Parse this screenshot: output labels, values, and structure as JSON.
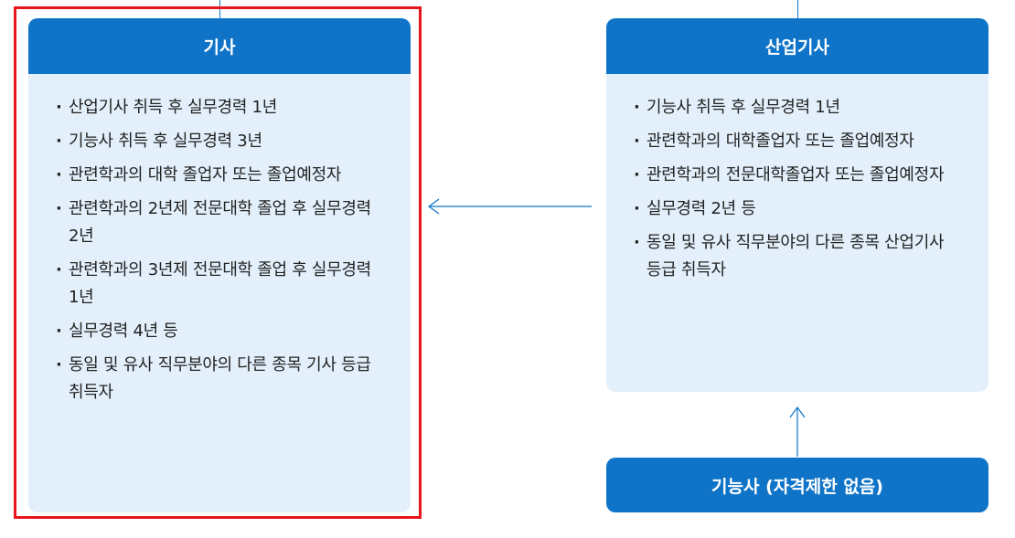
{
  "left_card": {
    "title": "기사",
    "items": [
      "산업기사 취득 후 실무경력 1년",
      "기능사 취득 후 실무경력 3년",
      "관련학과의 대학 졸업자 또는 졸업예정자",
      "관련학과의 2년제 전문대학 졸업 후 실무경력 2년",
      "관련학과의 3년제 전문대학 졸업 후 실무경력 1년",
      "실무경력 4년 등",
      "동일 및 유사 직무분야의 다른 종목 기사 등급 취득자"
    ]
  },
  "right_card": {
    "title": "산업기사",
    "items": [
      "기능사 취득 후 실무경력 1년",
      "관련학과의 대학졸업자 또는 졸업예정자",
      "관련학과의 전문대학졸업자 또는 졸업예정자",
      "실무경력 2년 등",
      "동일 및 유사 직무분야의 다른 종목 산업기사 등급 취득자"
    ]
  },
  "bottom_box": {
    "label": "기능사 (자격제한 없음)"
  },
  "colors": {
    "primary": "#0f74c8",
    "card_bg": "#e3f0fb",
    "highlight": "#e8141b"
  }
}
